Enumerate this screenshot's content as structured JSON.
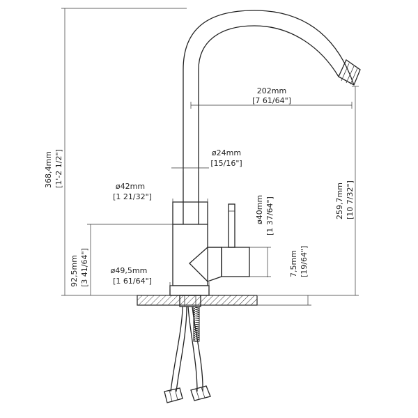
{
  "dimensions": {
    "total_height": {
      "metric": "368,4mm",
      "imperial": "[1'-2 1/2\"]"
    },
    "reach": {
      "metric": "202mm",
      "imperial": "[7 61/64\"]"
    },
    "spout_diameter": {
      "metric": "ø24mm",
      "imperial": "[15/16\"]"
    },
    "body_diameter": {
      "metric": "ø42mm",
      "imperial": "[1 21/32\"]"
    },
    "handle_diameter": {
      "metric": "ø40mm",
      "imperial": "[1 37/64\"]"
    },
    "spout_height": {
      "metric": "259,7mm",
      "imperial": "[10 7/32\"]"
    },
    "body_height": {
      "metric": "92,5mm",
      "imperial": "[3 41/64\"]"
    },
    "base_diameter": {
      "metric": "ø49,5mm",
      "imperial": "[1 61/64\"]"
    },
    "base_thickness": {
      "metric": "7,5mm",
      "imperial": "[19/64\"]"
    }
  },
  "colors": {
    "line": "#222222",
    "background": "#ffffff"
  }
}
